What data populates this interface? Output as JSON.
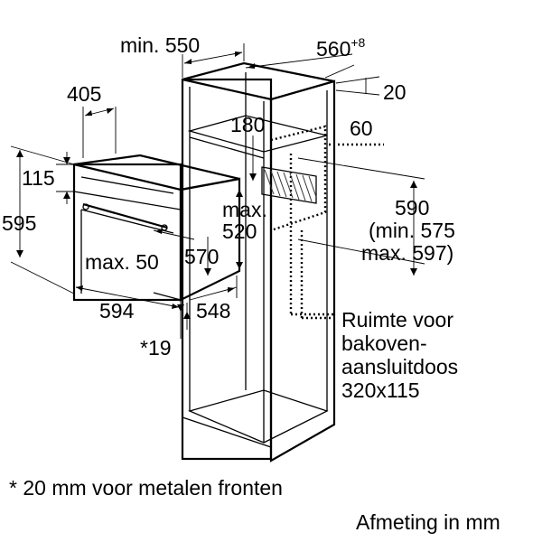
{
  "dimensions": {
    "min_550": "min. 550",
    "d560": "560",
    "d560_sup": "+8",
    "d20": "20",
    "d405": "405",
    "d180": "180",
    "d60": "60",
    "d115": "115",
    "d595": "595",
    "max_label": "max.",
    "d520": "520",
    "d590": "590",
    "min_575": "(min. 575",
    "max_597": "max. 597)",
    "max_50": "max. 50",
    "d570": "570",
    "d594": "594",
    "d548": "548",
    "star_19": "*19"
  },
  "callout": {
    "line1": "Ruimte voor",
    "line2": "bakoven-",
    "line3": "aansluitdoos",
    "line4": "320x115"
  },
  "footnote": "* 20 mm voor metalen fronten",
  "units_note": "Afmeting in mm"
}
